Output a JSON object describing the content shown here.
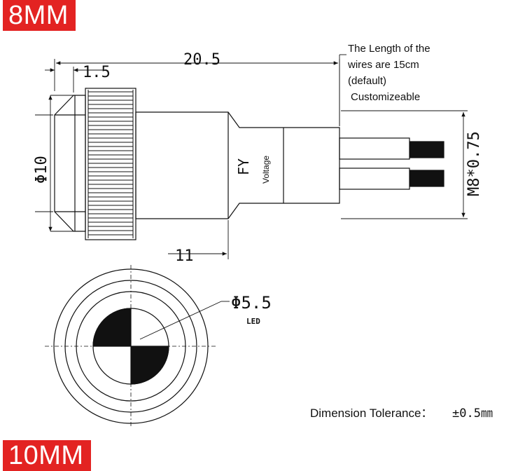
{
  "badges": {
    "top": "8MM",
    "bottom": "10MM"
  },
  "dimensions": {
    "overall_length": "20.5",
    "flange_thickness": "1.5",
    "head_diameter": "Φ10",
    "thread": "M8*0.75",
    "body_length": "11",
    "led_diameter": "Φ5.5",
    "led_label": "LED"
  },
  "body_text": {
    "brand": "FY",
    "voltage": "Voltage"
  },
  "notes": {
    "wire_line1": "The Length of the",
    "wire_line2": "wires are 15cm",
    "wire_line3": "(default)",
    "customize": "Customizeable",
    "tolerance_label": "Dimension Tolerance：",
    "tolerance_value": "±0.5㎜"
  },
  "colors": {
    "badge": "#e32322",
    "customize": "#8a2a2a"
  }
}
